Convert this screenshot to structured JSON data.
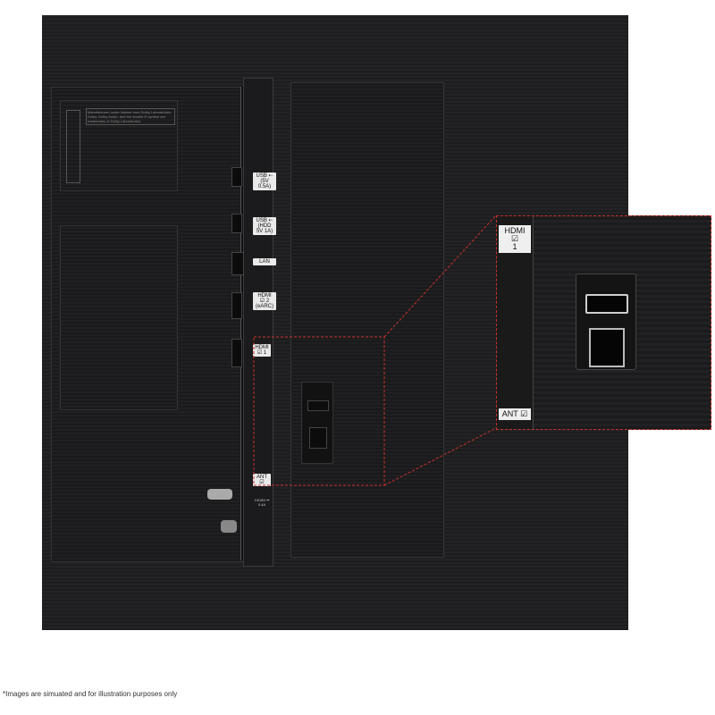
{
  "panel_labels": {
    "usb1": "USB ⇠ (5V 0.5A)",
    "usb2": "USB ⇠ (HDD 5V 1A)",
    "lan": "LAN",
    "hdmi2": "HDMI ☑ 2 (eARC)",
    "hdmi1": "HDMI ☑ 1",
    "ant": "ANT ☑",
    "ant_sub": "13/18V ⎓ 0.4A"
  },
  "dolby_notice": "Manufactured under license from Dolby Laboratories. Dolby, Dolby Audio, and the double-D symbol are trademarks of Dolby Laboratories.",
  "inset": {
    "hdmi_label": "HDMI ☑",
    "hdmi_number": "1",
    "ant_label": "ANT ☑"
  },
  "callout_color": "#c8302c",
  "disclaimer": "*Images are simuated and for illustration purposes only"
}
